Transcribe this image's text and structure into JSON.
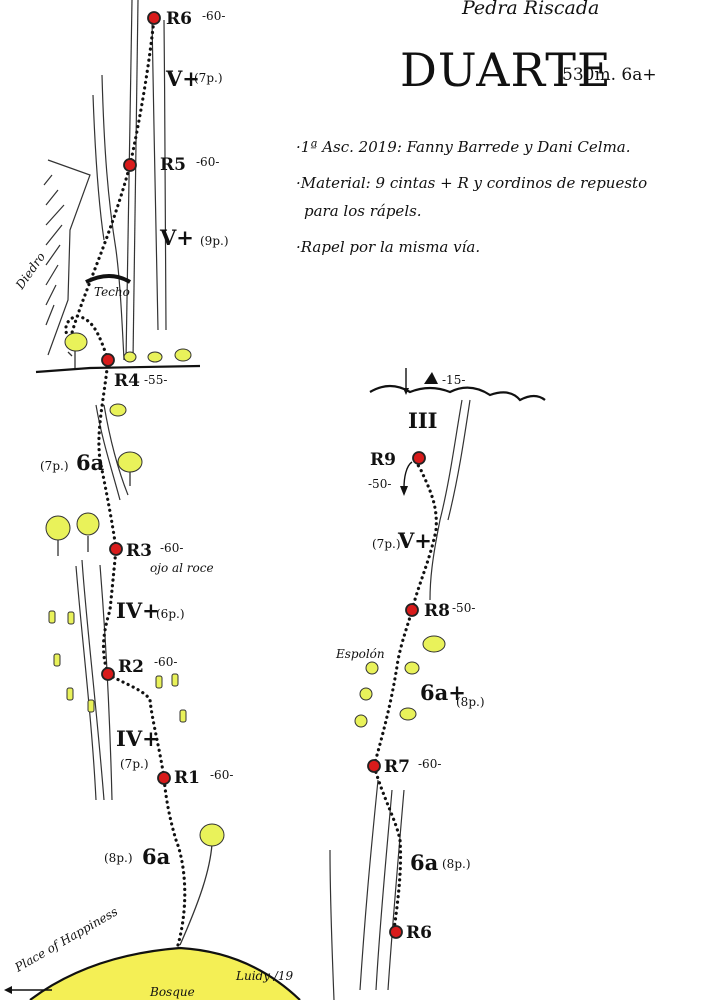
{
  "header": {
    "crag": "Pedra Riscada",
    "route": "DUARTE",
    "stats": "530m. 6a+"
  },
  "notes": [
    "·1ª Asc. 2019: Fanny Barrede y Dani Celma.",
    "·Material: 9 cintas + R y cordinos de repuesto",
    "para los rápels.",
    "·Rapel por la misma vía."
  ],
  "labels": {
    "roof": "Techo",
    "slab": "Diedro",
    "spur": "Espolón",
    "warning": "ojo al roce",
    "forest": "Bosque",
    "place": "Place of Happiness",
    "signature": "Luidy /19",
    "summit_distance": "-15-"
  },
  "belays": [
    {
      "id": "R1",
      "dist": "-60-"
    },
    {
      "id": "R2",
      "dist": "-60-"
    },
    {
      "id": "R3",
      "dist": "-60-"
    },
    {
      "id": "R4",
      "dist": "-55-"
    },
    {
      "id": "R5",
      "dist": "-60-"
    },
    {
      "id": "R6",
      "dist": "-60-"
    },
    {
      "id": "R6",
      "dist": ""
    },
    {
      "id": "R7",
      "dist": "-60-"
    },
    {
      "id": "R8",
      "dist": "-50-"
    },
    {
      "id": "R9",
      "dist": "-50-"
    }
  ],
  "pitches": [
    {
      "grade": "6a",
      "bolts": "(8p.)"
    },
    {
      "grade": "IV+",
      "bolts": "(7p.)"
    },
    {
      "grade": "IV+",
      "bolts": "(6p.)"
    },
    {
      "grade": "6a",
      "bolts": "(7p.)"
    },
    {
      "grade": "V+",
      "bolts": "(9p.)"
    },
    {
      "grade": "V+",
      "bolts": "(7p.)"
    },
    {
      "grade": "6a",
      "bolts": "(8p.)"
    },
    {
      "grade": "6a+",
      "bolts": "(8p.)"
    },
    {
      "grade": "V+",
      "bolts": "(7p.)"
    },
    {
      "grade": "III",
      "bolts": ""
    }
  ],
  "colors": {
    "belay": "#d81b1b",
    "vegetation": "#e9f25a"
  }
}
